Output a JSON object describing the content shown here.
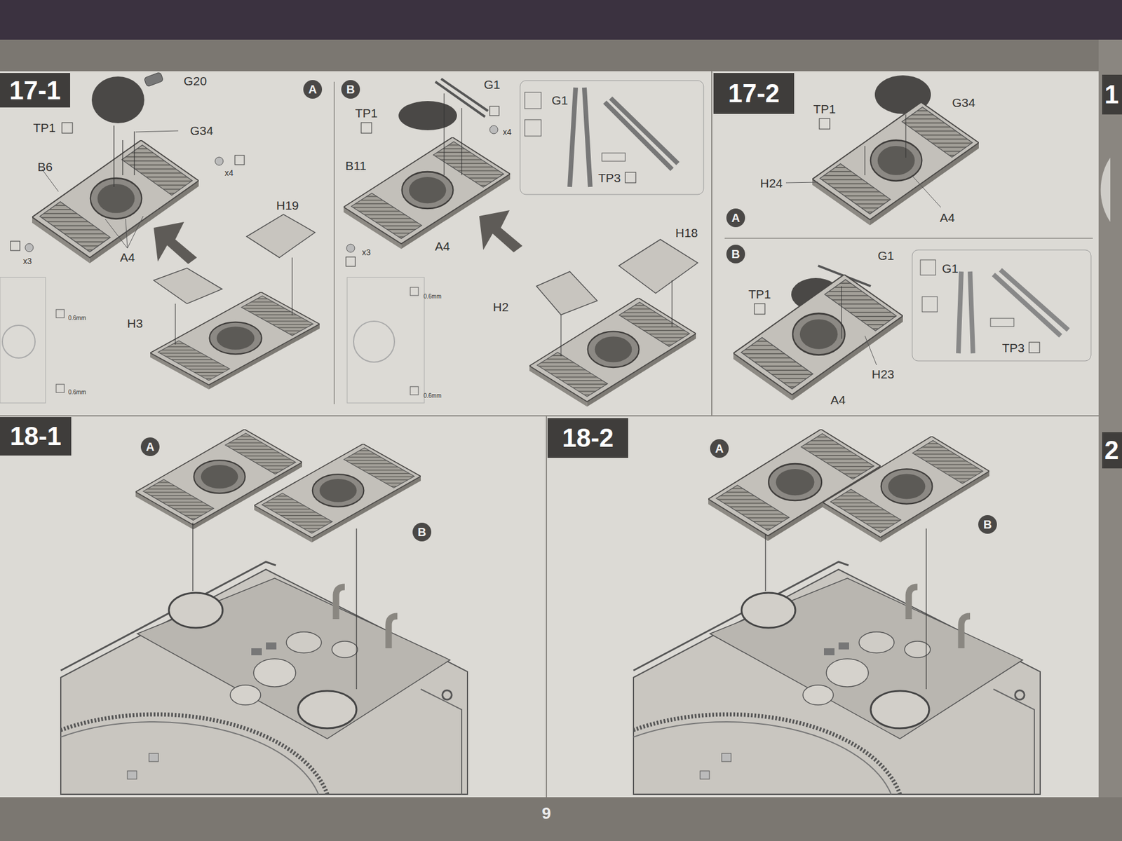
{
  "diagram": {
    "nodes": [
      {
        "text": [
          "17-1"
        ]
      },
      {
        "text": [
          "A"
        ]
      },
      {
        "text": [
          "B"
        ]
      },
      {
        "text": [
          "17-2"
        ]
      },
      {
        "text": [
          "A"
        ]
      },
      {
        "text": [
          "B"
        ]
      },
      {
        "text": [
          "1"
        ]
      },
      {
        "text": [
          "18-1"
        ]
      },
      {
        "text": [
          "A"
        ]
      },
      {
        "text": [
          "B"
        ]
      },
      {
        "text": [
          "18-2"
        ]
      },
      {
        "text": [
          "A"
        ]
      },
      {
        "text": [
          "B"
        ]
      },
      {
        "text": [
          "2"
        ]
      }
    ],
    "labels": [
      "G20",
      "TP1",
      "G34",
      "B6",
      "x4",
      "x3",
      "A4",
      "H19",
      "H3",
      "0.6mm",
      "0.6mm",
      "G1",
      "TP1",
      "x4",
      "B11",
      "x3",
      "A4",
      "H18",
      "H2",
      "G1",
      "TP3",
      "0.6mm",
      "0.6mm",
      "TP1",
      "G34",
      "H24",
      "A4",
      "G1",
      "TP1",
      "H23",
      "A4",
      "G1",
      "TP3",
      "9"
    ]
  }
}
